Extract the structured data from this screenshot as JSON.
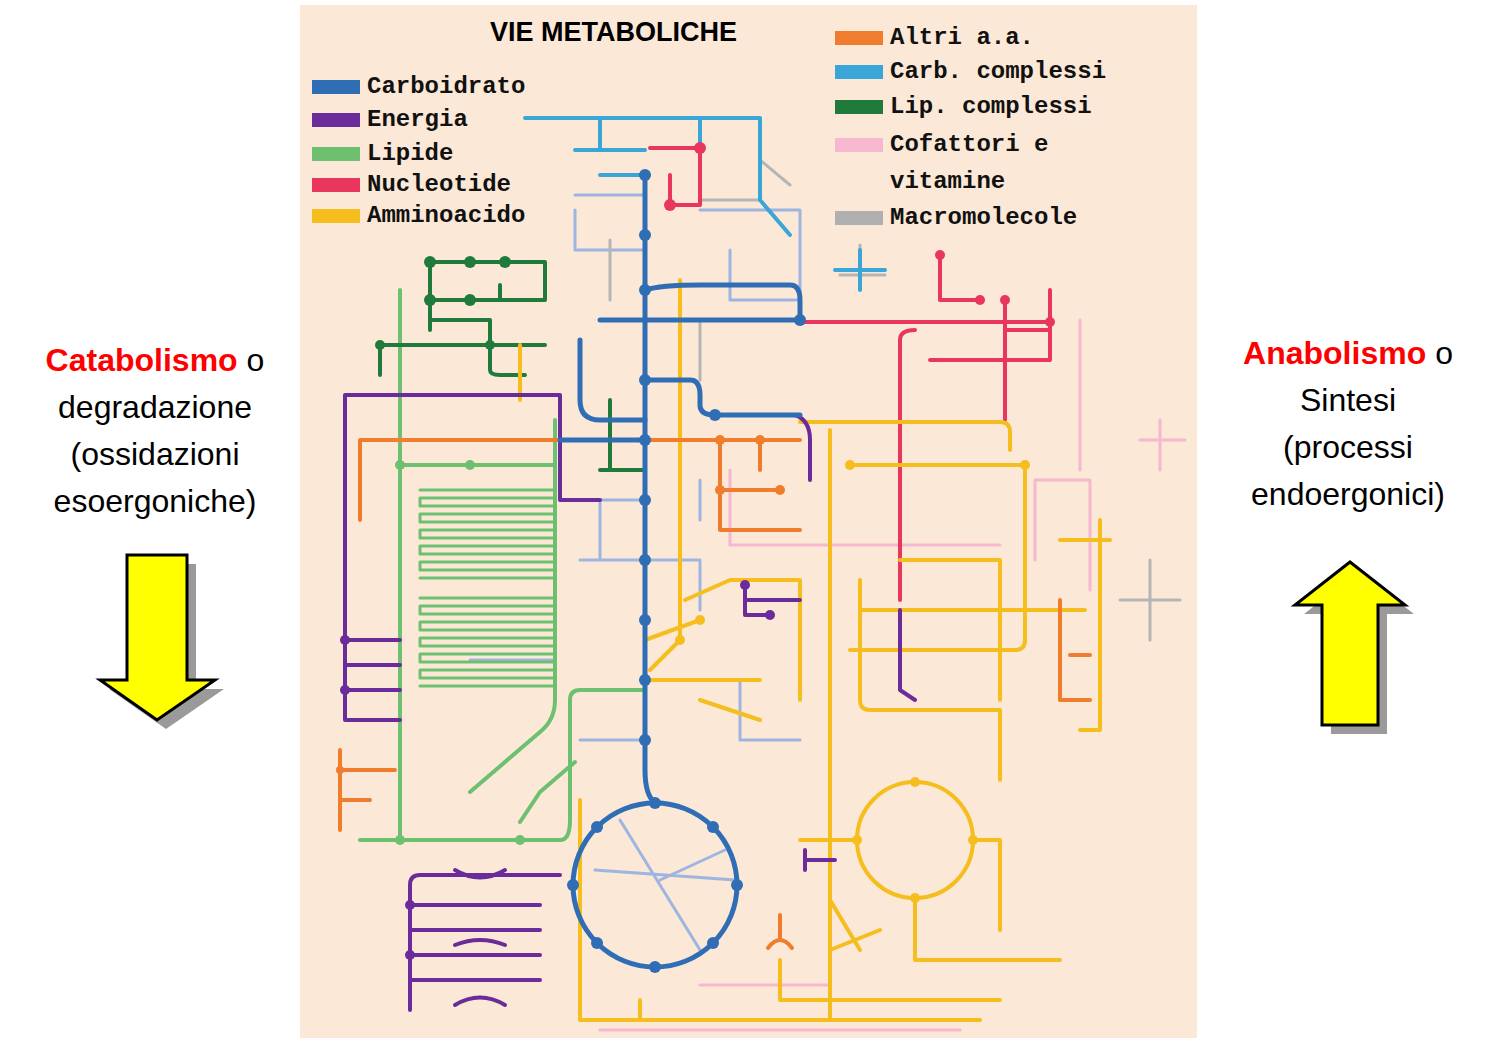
{
  "diagram": {
    "title": "VIE METABOLICHE",
    "labels": [
      "Catabolismo",
      "o degradazione (ossidazioni esoergoniche)",
      "Anabolismo",
      "o Sintesi (processi endoergonici)"
    ],
    "legend": [
      {
        "text": "Carboidrato",
        "color": "#2f6db5"
      },
      {
        "text": "Energia",
        "color": "#6a2c9b"
      },
      {
        "text": "Lipide",
        "color": "#6cc070"
      },
      {
        "text": "Nucleotide",
        "color": "#e8365d"
      },
      {
        "text": "Amminoacido",
        "color": "#f5be1e"
      },
      {
        "text": "Altri a.a.",
        "color": "#ef7d2d"
      },
      {
        "text": "Carb. complessi",
        "color": "#3aa6d8"
      },
      {
        "text": "Lip. complessi",
        "color": "#1f7a3c"
      },
      {
        "text": "Cofattori e vitamine",
        "color": "#f6b7cf"
      },
      {
        "text": "Macromolecole",
        "color": "#b0b0b0"
      }
    ]
  }
}
